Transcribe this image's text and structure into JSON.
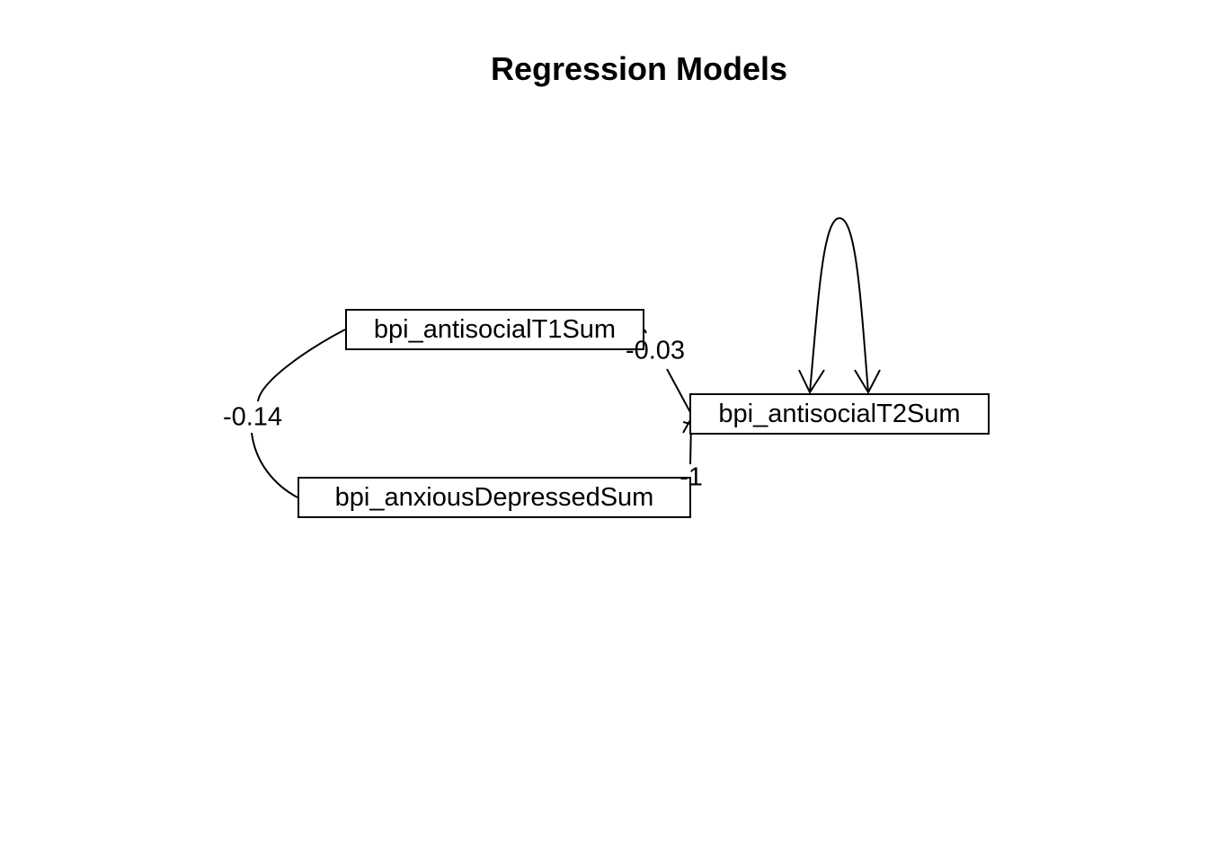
{
  "title": "Regression Models",
  "colors": {
    "stroke": "#000000",
    "background": "#ffffff"
  },
  "nodes": {
    "antisocial_t1": "bpi_antisocialT1Sum",
    "anxious_depressed": "bpi_anxiousDepressedSum",
    "antisocial_t2": "bpi_antisocialT2Sum"
  },
  "edges": [
    {
      "from": "bpi_antisocialT1Sum",
      "to": "bpi_antisocialT2Sum",
      "type": "regression",
      "label": "-0.03"
    },
    {
      "from": "bpi_anxiousDepressedSum",
      "to": "bpi_antisocialT2Sum",
      "type": "regression",
      "label": "-1"
    },
    {
      "from": "bpi_antisocialT1Sum",
      "to": "bpi_anxiousDepressedSum",
      "type": "covariance",
      "label": "-0.14"
    },
    {
      "from": "bpi_antisocialT2Sum",
      "to": "bpi_antisocialT2Sum",
      "type": "residual-variance",
      "label": ""
    }
  ]
}
